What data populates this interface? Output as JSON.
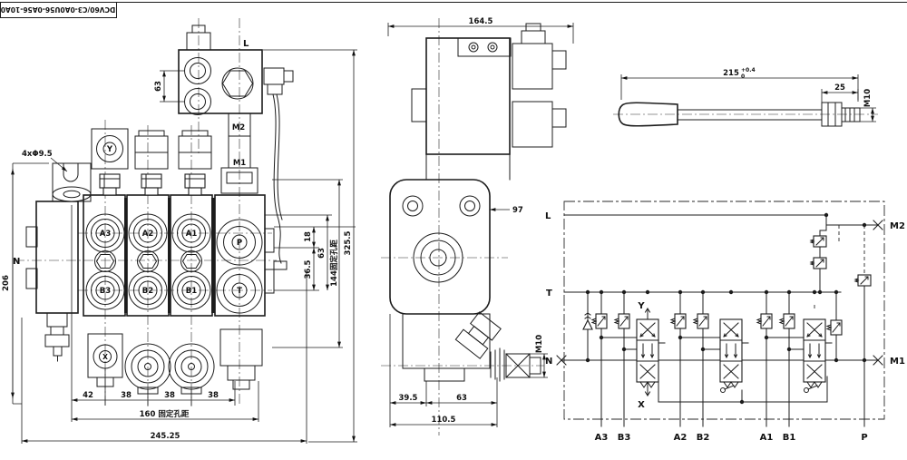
{
  "title_block": {
    "model": "DCV60/C3-0A0U56-0A56-10A0"
  },
  "front_view": {
    "ports_top": [
      "A3",
      "A2",
      "A1",
      "P"
    ],
    "ports_bottom": [
      "B3",
      "B2",
      "B1",
      "T"
    ],
    "port_y": "Y",
    "port_x": "X",
    "port_n": "N",
    "port_l": "L",
    "port_m2": "M2",
    "port_m1": "M1",
    "dims": {
      "mount_holes": "4xΦ9.5",
      "height": "206",
      "pilot_block": "63",
      "seg1": "42",
      "seg2": "38",
      "seg3": "38",
      "seg4": "38",
      "mount_row": "160 固定孔距",
      "overall_width": "245.25",
      "right_18": "18",
      "right_63": "63",
      "right_36_5": "36.5",
      "mount_col": "144固定孔距",
      "overall_height": "325.5"
    }
  },
  "side_view": {
    "dims": {
      "overall_width": "164.5",
      "lever_offset": "97",
      "seg1": "39.5",
      "seg2": "63",
      "overall_depth": "110.5",
      "port_thread": "M10"
    }
  },
  "lever_view": {
    "dims": {
      "length": "215",
      "tol_upper": "+0.4",
      "tol_lower": "0",
      "thread_length": "25",
      "thread": "M10"
    }
  },
  "schematic": {
    "labels": {
      "l": "L",
      "t": "T",
      "n": "N",
      "m1": "M1",
      "m2": "M2",
      "pilot_y": "Y",
      "pilot_x": "X"
    },
    "bottom_ports": [
      "A3",
      "B3",
      "A2",
      "B2",
      "A1",
      "B1",
      "P"
    ]
  }
}
